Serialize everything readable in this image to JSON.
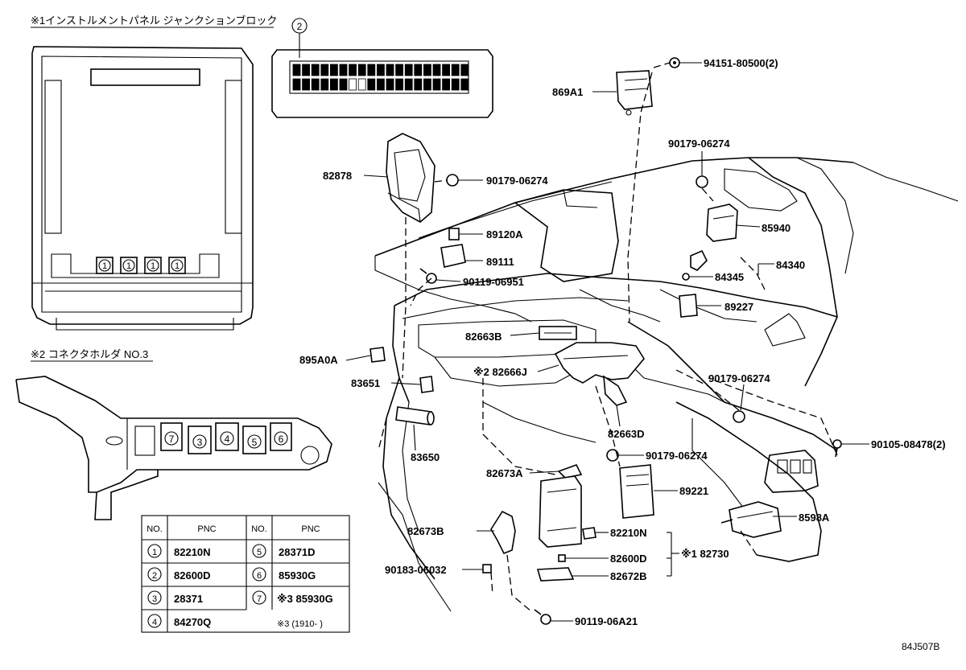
{
  "titles": {
    "junction_block": "※1インストルメントパネル ジャンクションブロック",
    "connector_holder": "※2 コネクタホルダ NO.3",
    "connector_callout": "2"
  },
  "callouts": {
    "jb_positions": [
      "1",
      "1",
      "1",
      "1"
    ],
    "holder_positions": [
      "7",
      "3",
      "4",
      "5",
      "6"
    ]
  },
  "part_labels": {
    "p94151": "94151-80500(2)",
    "p869A1": "869A1",
    "p90179_a": "90179-06274",
    "p82878": "82878",
    "p90179_b": "90179-06274",
    "p89120A": "89120A",
    "p85940": "85940",
    "p89111": "89111",
    "p84340": "84340",
    "p84345": "84345",
    "p90119_a": "90119-06951",
    "p89227": "89227",
    "p82663B": "82663B",
    "p895A0A": "895A0A",
    "p82666J": "※2 82666J",
    "p83651": "83651",
    "p90179_c": "90179-06274",
    "p82663D": "82663D",
    "p83650": "83650",
    "p90105": "90105-08478(2)",
    "p90179_d": "90179-06274",
    "p82673A": "82673A",
    "p89221": "89221",
    "p8598A": "8598A",
    "p82673B": "82673B",
    "p82210N": "82210N",
    "p82730": "※1 82730",
    "p90183": "90183-06032",
    "p82600D": "82600D",
    "p82672B": "82672B",
    "p90119_b": "90119-06A21"
  },
  "table": {
    "headers": [
      "NO.",
      "PNC",
      "NO.",
      "PNC"
    ],
    "rows": [
      {
        "no1": "1",
        "pnc1": "82210N",
        "no2": "5",
        "pnc2": "28371D"
      },
      {
        "no1": "2",
        "pnc1": "82600D",
        "no2": "6",
        "pnc2": "85930G"
      },
      {
        "no1": "3",
        "pnc1": "28371",
        "no2": "7",
        "pnc2": "※3 85930G"
      },
      {
        "no1": "4",
        "pnc1": "84270Q",
        "no2": "",
        "pnc2": ""
      }
    ],
    "footnote": "※3 (1910-      )"
  },
  "figure_code": "84J507B"
}
